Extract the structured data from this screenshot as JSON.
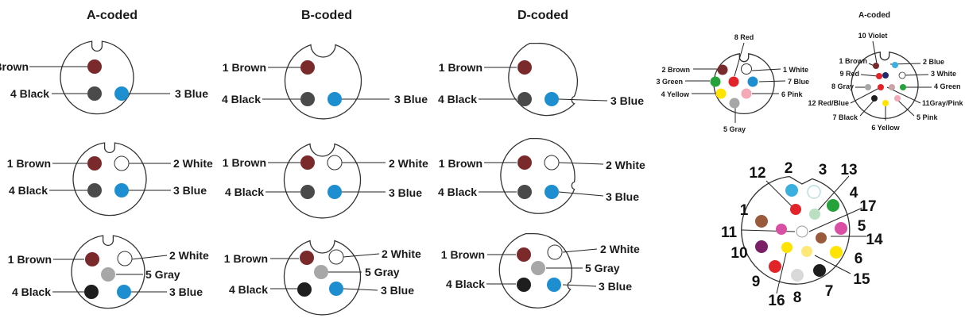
{
  "headers": [
    "A-coded",
    "B-coded",
    "D-coded",
    "A-coded"
  ],
  "colors": {
    "brown": "#7b2a2c",
    "black": "#1e1e1e",
    "darkgray": "#4a4a4a",
    "blue": "#1d8fd0",
    "gray": "#a7a7a7",
    "white": "#ffffff",
    "green": "#25a23a",
    "red": "#e2242a",
    "yellow": "#ffe400",
    "pink": "#f3a9b6",
    "violet": "#7a1f66",
    "navy": "#1e2a6b",
    "lightblue": "#3bb0e0",
    "magenta": "#d94fa3",
    "lightgray": "#d9d9d9"
  },
  "labels": {
    "brown1": "1 Brown",
    "black4": "4 Black",
    "blue3": "3 Blue",
    "white2": "2 White",
    "gray5": "5 Gray"
  },
  "small8": {
    "red8": "8 Red",
    "brown2": "2 Brown",
    "white1": "1 White",
    "green3": "3 Green",
    "blue7": "7 Blue",
    "yellow4": "4 Yellow",
    "pink6": "6 Pink",
    "gray5": "5 Gray"
  },
  "small12": {
    "violet10": "10 Violet",
    "brown1": "1 Brown",
    "blue2": "2 Blue",
    "red9": "9 Red",
    "white3": "3 White",
    "gray8": "8 Gray",
    "green4": "4 Green",
    "redblue12": "12 Red/Blue",
    "graypink11": "11Gray/Pink",
    "black7": "7 Black",
    "pink5": "5 Pink",
    "yellow6": "6 Yellow"
  },
  "big17": [
    "1",
    "2",
    "3",
    "4",
    "5",
    "6",
    "7",
    "8",
    "9",
    "10",
    "11",
    "12",
    "13",
    "14",
    "15",
    "16",
    "17"
  ]
}
